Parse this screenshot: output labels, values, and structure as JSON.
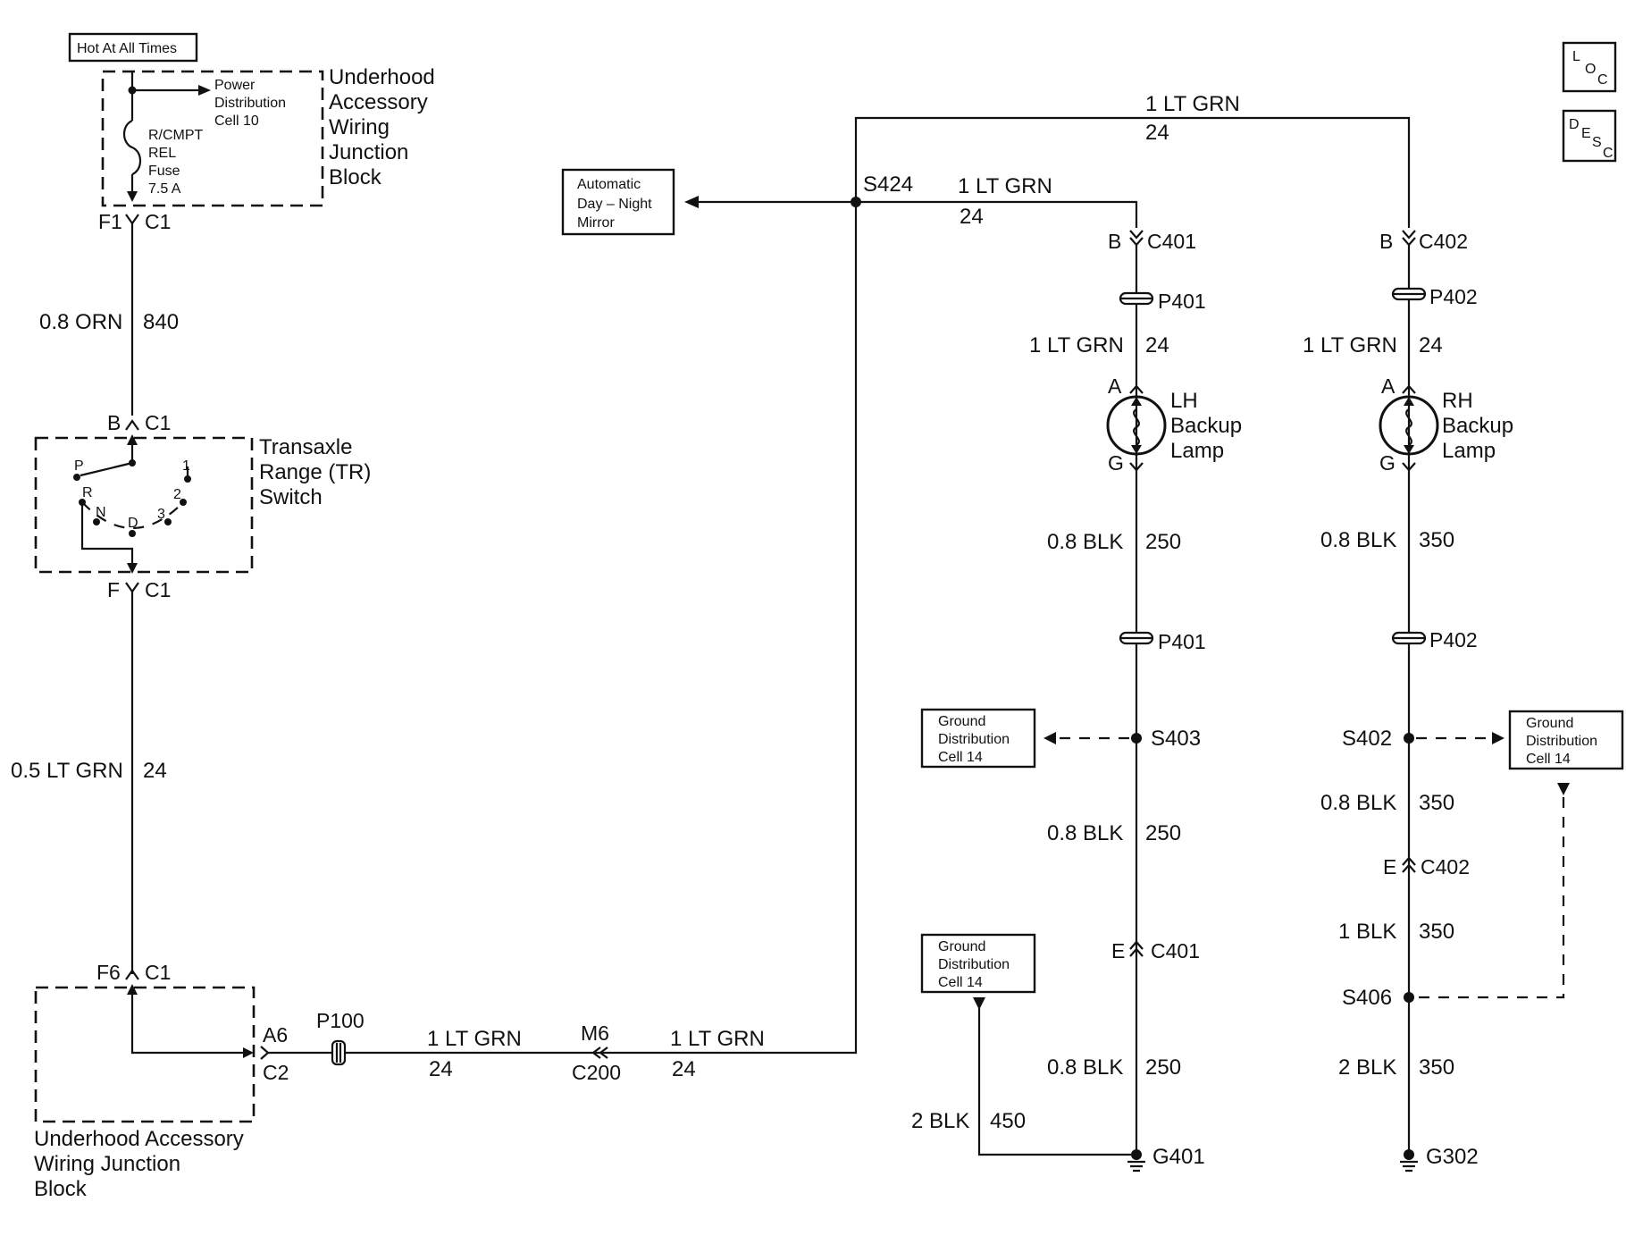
{
  "header": {
    "hot_at_all_times": "Hot At All Times",
    "loc_icon": {
      "l": "L",
      "o": "O",
      "c": "C"
    },
    "desc_icon": {
      "d": "D",
      "e": "E",
      "s": "S",
      "c": "C"
    }
  },
  "fuse_block": {
    "title": [
      "Underhood",
      "Accessory",
      "Wiring",
      "Junction",
      "Block"
    ],
    "power_dist": [
      "Power",
      "Distribution",
      "Cell 10"
    ],
    "fuse": [
      "R/CMPT",
      "REL",
      "Fuse",
      "7.5 A"
    ],
    "conn_left": "F1",
    "conn_right": "C1"
  },
  "wire_840": {
    "gauge": "0.8 ORN",
    "circuit": "840"
  },
  "tr_switch": {
    "title": [
      "Transaxle",
      "Range (TR)",
      "Switch"
    ],
    "top_pin": "B",
    "top_conn": "C1",
    "bot_pin": "F",
    "bot_conn": "C1",
    "positions": {
      "p": "P",
      "r": "R",
      "n": "N",
      "d": "D",
      "three": "3",
      "two": "2",
      "one": "1"
    }
  },
  "wire_24_left": {
    "gauge": "0.5 LT GRN",
    "circuit": "24"
  },
  "lower_block": {
    "title": [
      "Underhood Accessory",
      "Wiring Junction",
      "Block"
    ],
    "top_pin": "F6",
    "top_conn": "C1",
    "out_pin": "A6",
    "out_conn": "C2"
  },
  "bottom_run": {
    "p100": "P100",
    "gauge_a": "1 LT GRN",
    "circuit_a": "24",
    "m6": "M6",
    "c200": "C200",
    "gauge_b": "1 LT GRN",
    "circuit_b": "24"
  },
  "top_run": {
    "gauge": "1 LT GRN",
    "circuit": "24"
  },
  "mirror": {
    "label": [
      "Automatic",
      "Day – Night",
      "Mirror"
    ]
  },
  "s424": {
    "label": "S424",
    "gauge": "1 LT GRN",
    "circuit": "24"
  },
  "lh": {
    "conn_pin": "B",
    "conn": "C401",
    "p401_top": "P401",
    "gauge": "1 LT GRN",
    "circuit": "24",
    "pin_a": "A",
    "pin_g": "G",
    "lamp": [
      "LH",
      "Backup",
      "Lamp"
    ],
    "blk1_gauge": "0.8 BLK",
    "blk1_circuit": "250",
    "p401_bot": "P401",
    "splice": "S403",
    "ground_dist": [
      "Ground",
      "Distribution",
      "Cell 14"
    ],
    "blk2_gauge": "0.8 BLK",
    "blk2_circuit": "250",
    "conn2_pin": "E",
    "conn2": "C401",
    "blk3_gauge": "0.8 BLK",
    "blk3_circuit": "250",
    "ground": "G401",
    "ground_dist2": [
      "Ground",
      "Distribution",
      "Cell 14"
    ],
    "blk4_gauge": "2 BLK",
    "blk4_circuit": "450"
  },
  "rh": {
    "conn_pin": "B",
    "conn": "C402",
    "p402_top": "P402",
    "gauge": "1 LT GRN",
    "circuit": "24",
    "pin_a": "A",
    "pin_g": "G",
    "lamp": [
      "RH",
      "Backup",
      "Lamp"
    ],
    "blk1_gauge": "0.8 BLK",
    "blk1_circuit": "350",
    "p402_bot": "P402",
    "splice": "S402",
    "ground_dist": [
      "Ground",
      "Distribution",
      "Cell 14"
    ],
    "blk2_gauge": "0.8 BLK",
    "blk2_circuit": "350",
    "conn2_pin": "E",
    "conn2": "C402",
    "blk3_gauge": "1 BLK",
    "blk3_circuit": "350",
    "splice2": "S406",
    "blk4_gauge": "2 BLK",
    "blk4_circuit": "350",
    "ground": "G302"
  }
}
